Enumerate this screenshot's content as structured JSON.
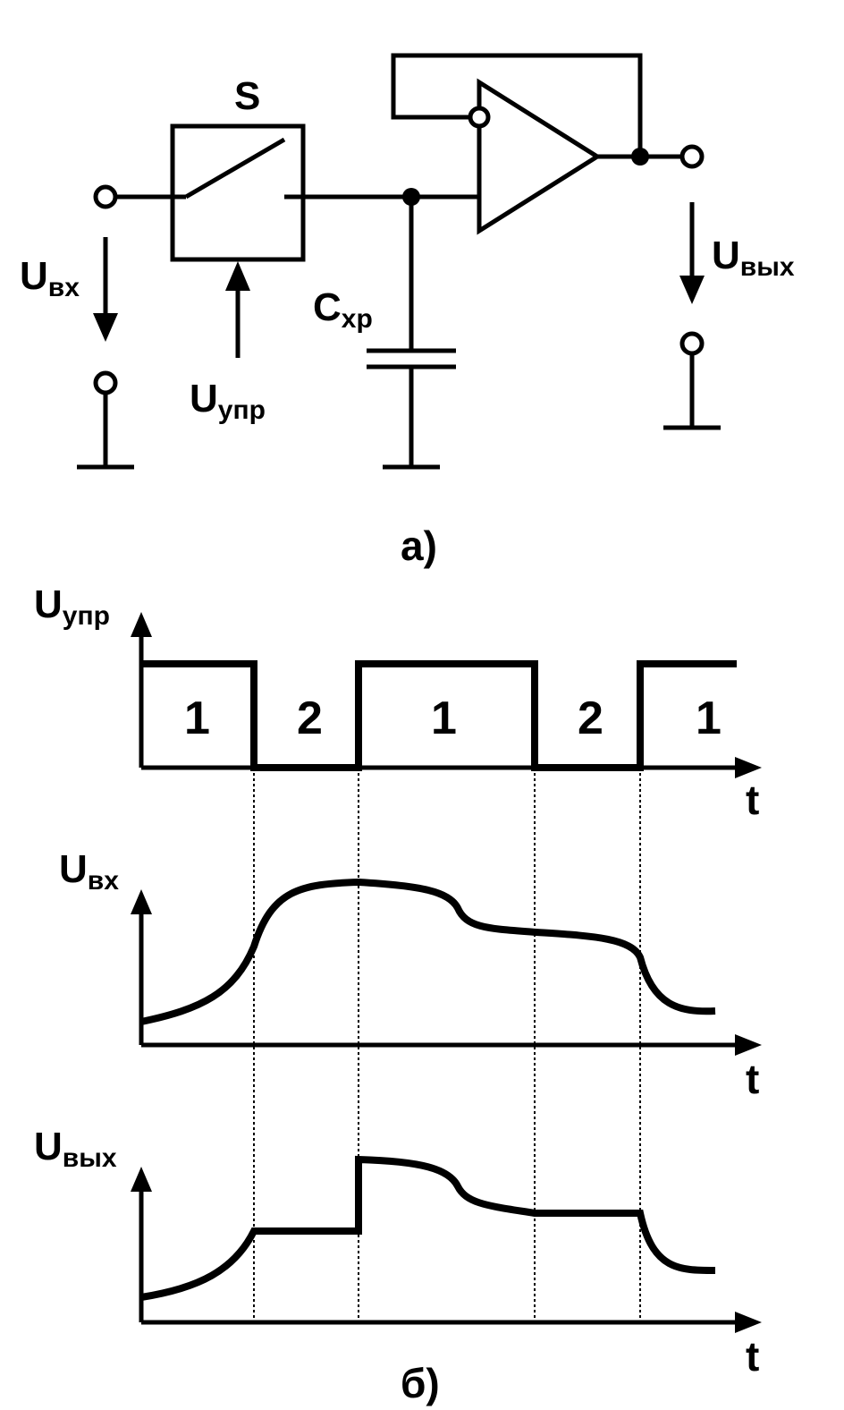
{
  "schematic": {
    "switch_label": "S",
    "input_label": "U",
    "input_sub": "вх",
    "control_label": "U",
    "control_sub": "упр",
    "capacitor_label": "C",
    "capacitor_sub": "хр",
    "output_label": "U",
    "output_sub": "вых",
    "caption": "а)"
  },
  "timing": {
    "caption": "б)",
    "time_label": "t",
    "control": {
      "label": "U",
      "sub": "упр",
      "phases": [
        "1",
        "2",
        "1",
        "2",
        "1"
      ]
    },
    "input": {
      "label": "U",
      "sub": "вх"
    },
    "output": {
      "label": "U",
      "sub": "вых"
    }
  }
}
